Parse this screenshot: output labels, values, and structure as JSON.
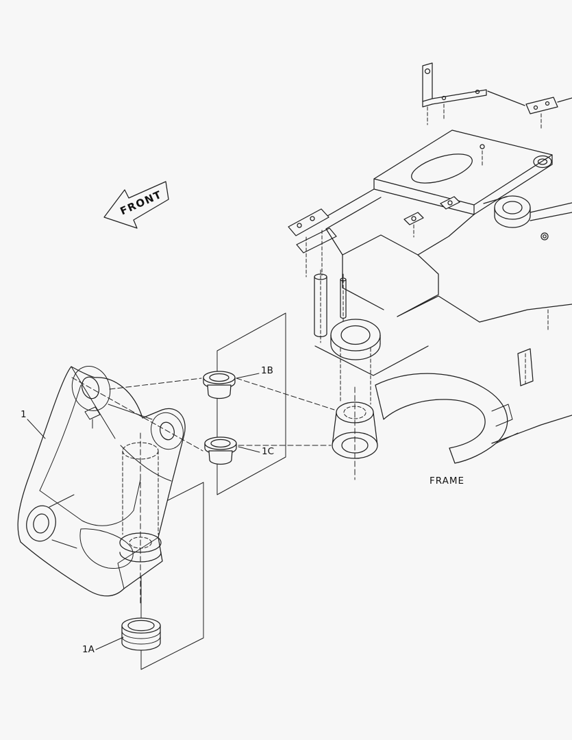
{
  "canvas": {
    "background": "#f7f7f7",
    "line_color": "#1f1f1f"
  },
  "diagram": {
    "direction_label": "FRONT",
    "frame_label": "FRAME",
    "callouts": [
      "1",
      "1A",
      "1B",
      "1C"
    ]
  }
}
